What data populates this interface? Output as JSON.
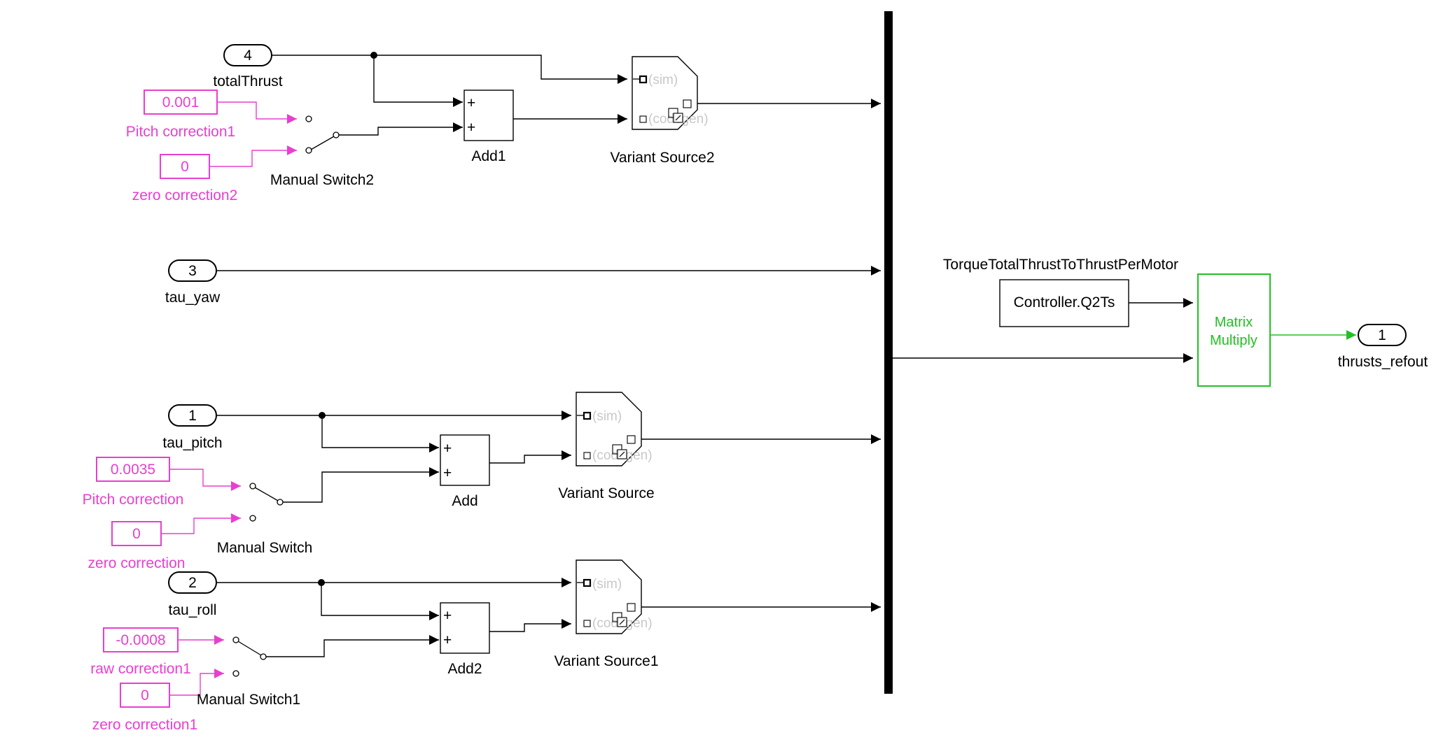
{
  "ports": {
    "totalThrust": {
      "number": "4",
      "name": "totalThrust"
    },
    "tau_yaw": {
      "number": "3",
      "name": "tau_yaw"
    },
    "tau_pitch": {
      "number": "1",
      "name": "tau_pitch"
    },
    "tau_roll": {
      "number": "2",
      "name": "tau_roll"
    },
    "thrusts_refout": {
      "number": "1",
      "name": "thrusts_refout"
    }
  },
  "constants": {
    "pitch_correction1": {
      "value": "0.001",
      "name": "Pitch correction1"
    },
    "zero_correction2": {
      "value": "0",
      "name": "zero correction2"
    },
    "pitch_correction": {
      "value": "0.0035",
      "name": "Pitch correction"
    },
    "zero_correction": {
      "value": "0",
      "name": "zero correction"
    },
    "raw_correction1": {
      "value": "-0.0008",
      "name": "raw correction1"
    },
    "zero_correction1": {
      "value": "0",
      "name": "zero correction1"
    },
    "q2ts": {
      "value": "Controller.Q2Ts",
      "name": "TorqueTotalThrustToThrustPerMotor"
    }
  },
  "switches": {
    "ms2": "Manual Switch2",
    "ms": "Manual Switch",
    "ms1": "Manual Switch1"
  },
  "adders": {
    "add1": {
      "name": "Add1",
      "sign1": "+",
      "sign2": "+"
    },
    "add": {
      "name": "Add",
      "sign1": "+",
      "sign2": "+"
    },
    "add2": {
      "name": "Add2",
      "sign1": "+",
      "sign2": "+"
    }
  },
  "variants": {
    "vs2": {
      "name": "Variant Source2",
      "in1": "(sim)",
      "in2": "(codegen)"
    },
    "vs": {
      "name": "Variant Source",
      "in1": "(sim)",
      "in2": "(codegen)"
    },
    "vs1": {
      "name": "Variant Source1",
      "in1": "(sim)",
      "in2": "(codegen)"
    }
  },
  "matrix_multiply": {
    "line1": "Matrix",
    "line2": "Multiply"
  },
  "colors": {
    "constant": "#e83fd0",
    "product": "#22c022",
    "wire": "#000000"
  }
}
